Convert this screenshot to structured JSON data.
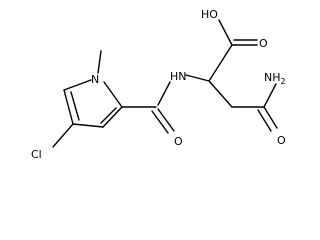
{
  "structure": {
    "atom_labels": {
      "carboxyl_oh": "HO",
      "carboxyl_o": "O",
      "amide_nh2": "NH",
      "amide_nh2_subscript": "2",
      "amide_o": "O",
      "linker_nh": "HN",
      "linker_o": "O",
      "ring_n": "N",
      "chloro": "Cl"
    }
  }
}
